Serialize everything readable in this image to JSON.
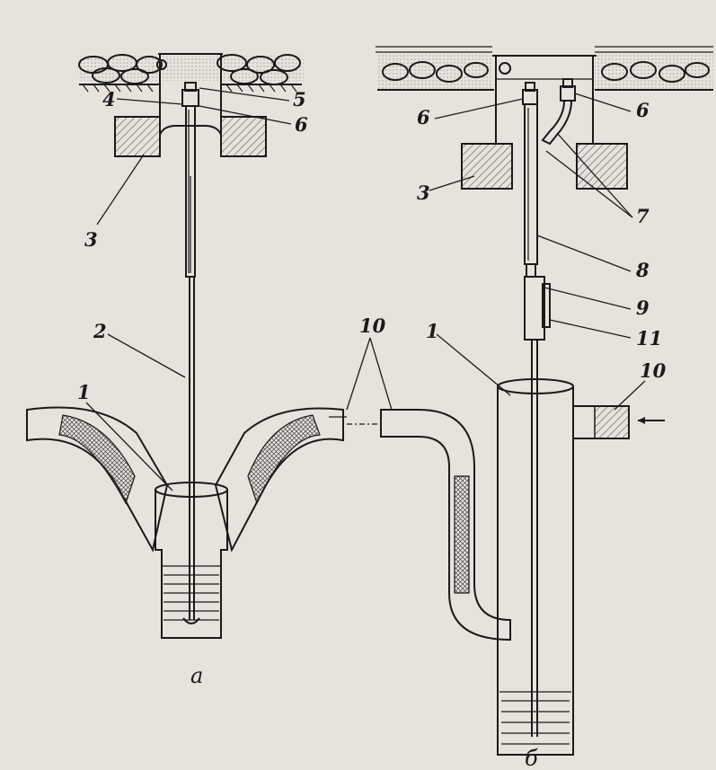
{
  "diagram": {
    "labels_a": {
      "l1": "1",
      "l2": "2",
      "l3": "3",
      "l4": "4",
      "l5": "5",
      "l6": "6",
      "l10": "10"
    },
    "labels_b": {
      "l1": "1",
      "l3": "3",
      "l6a": "6",
      "l6b": "6",
      "l7": "7",
      "l8": "8",
      "l9": "9",
      "l10": "10",
      "l11": "11"
    },
    "captions": {
      "a": "а",
      "b": "б"
    },
    "colors": {
      "ink": "#1a1a1a",
      "paper": "#e6e3dc",
      "hatch": "#555555"
    }
  }
}
